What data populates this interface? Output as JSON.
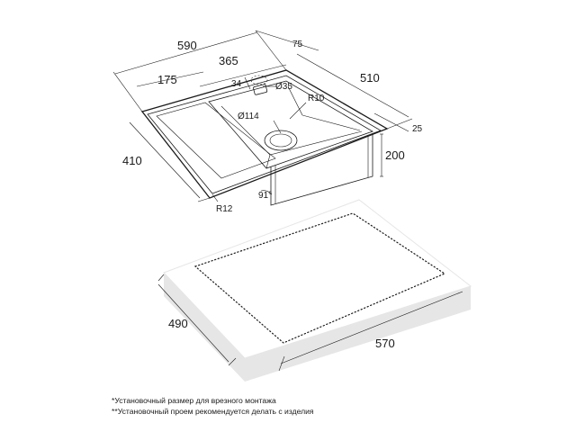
{
  "sink": {
    "overall_width": "590",
    "bowl_width": "365",
    "drainboard_width": "175",
    "top_right_offset": "75",
    "overall_depth": "510",
    "front_depth": "410",
    "rim_offset": "25",
    "bowl_height": "200",
    "tap_hole_offset": "34",
    "tap_hole_diameter": "Ø35",
    "inner_radius": "R10",
    "drain_diameter": "Ø114",
    "corner_radius": "R12",
    "wall_angle": "91°"
  },
  "cutout": {
    "depth": "490",
    "width": "570"
  },
  "notes": [
    "*Установочный размер для врезного монтажа",
    "**Установочный проем рекомендуется делать с изделия"
  ],
  "colors": {
    "line": "#1a1a1a",
    "countertop_fill": "#ffffff",
    "shadow": "#e6e6e6"
  }
}
